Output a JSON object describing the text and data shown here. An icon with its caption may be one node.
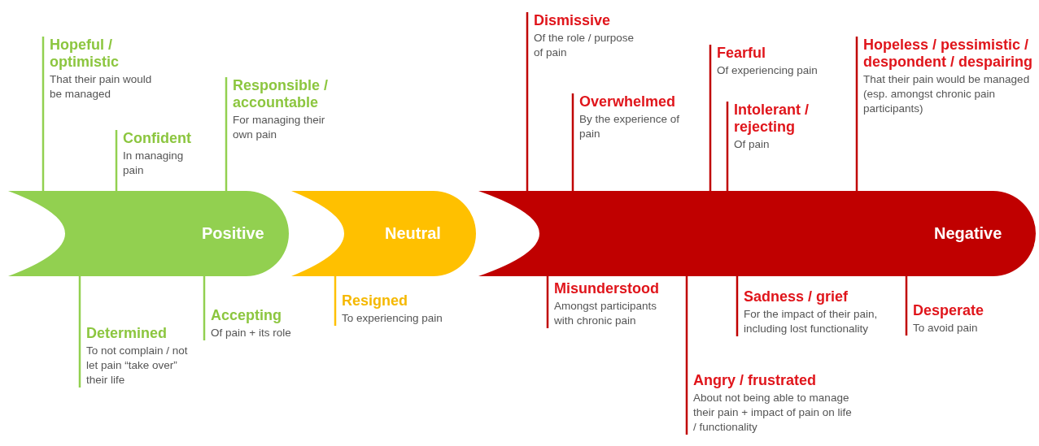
{
  "diagram": {
    "nodes": [
      {
        "text": [
          "Positive"
        ]
      },
      {
        "text": [
          "Neutral"
        ]
      },
      {
        "text": [
          "Negative"
        ]
      },
      {
        "text": [
          "Hopeful / optimistic",
          "That their pain would be managed"
        ]
      },
      {
        "text": [
          "Confident",
          "In managing pain"
        ]
      },
      {
        "text": [
          "Responsible / accountable",
          "For managing their own pain"
        ]
      },
      {
        "text": [
          "Determined",
          "To not complain / not let pain “take over” their life"
        ]
      },
      {
        "text": [
          "Accepting",
          "Of pain + its role"
        ]
      },
      {
        "text": [
          "Resigned",
          "To experiencing pain"
        ]
      },
      {
        "text": [
          "Dismissive",
          "Of the role / purpose of pain"
        ]
      },
      {
        "text": [
          "Overwhelmed",
          "By the experience of pain"
        ]
      },
      {
        "text": [
          "Fearful",
          "Of experiencing pain"
        ]
      },
      {
        "text": [
          "Intolerant / rejecting",
          "Of pain"
        ]
      },
      {
        "text": [
          "Hopeless / pessimistic / despondent / despairing",
          "That their pain would be managed (esp. amongst chronic pain participants)"
        ]
      },
      {
        "text": [
          "Misunderstood",
          "Amongst participants with chronic pain"
        ]
      },
      {
        "text": [
          "Angry / frustrated",
          "About not being able to manage their pain + impact of pain on life / functionality"
        ]
      },
      {
        "text": [
          "Sadness / grief",
          "For the impact of their pain, including lost functionality"
        ]
      },
      {
        "text": [
          "Desperate",
          "To avoid pain"
        ]
      }
    ],
    "edges": [
      {
        "from": 3,
        "to": 0,
        "arrow": "none",
        "color": "#92d050"
      },
      {
        "from": 4,
        "to": 0,
        "arrow": "none",
        "color": "#92d050"
      },
      {
        "from": 5,
        "to": 0,
        "arrow": "none",
        "color": "#92d050"
      },
      {
        "from": 6,
        "to": 0,
        "arrow": "none",
        "color": "#92d050"
      },
      {
        "from": 7,
        "to": 0,
        "arrow": "none",
        "color": "#92d050"
      },
      {
        "from": 8,
        "to": 1,
        "arrow": "none",
        "color": "#ffc000"
      },
      {
        "from": 9,
        "to": 2,
        "arrow": "none"
      },
      {
        "from": 10,
        "to": 2,
        "arrow": "none"
      },
      {
        "from": 11,
        "to": 2,
        "arrow": "none"
      },
      {
        "from": 12,
        "to": 2,
        "arrow": "none"
      },
      {
        "from": 13,
        "to": 2,
        "arrow": "none"
      },
      {
        "from": 14,
        "to": 2,
        "arrow": "none"
      },
      {
        "from": 15,
        "to": 2,
        "arrow": "none"
      },
      {
        "from": 16,
        "to": 2,
        "arrow": "none"
      },
      {
        "from": 17,
        "to": 2,
        "arrow": "none"
      }
    ]
  }
}
